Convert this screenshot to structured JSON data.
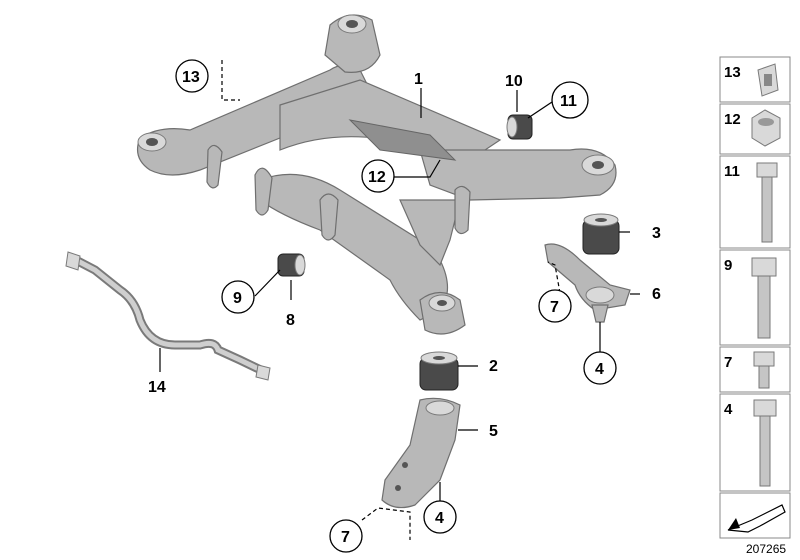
{
  "callouts": {
    "c1": "1",
    "c2": "2",
    "c3": "3",
    "c4a": "4",
    "c4b": "4",
    "c5": "5",
    "c6": "6",
    "c7a": "7",
    "c7b": "7",
    "c8": "8",
    "c9": "9",
    "c10": "10",
    "c11": "11",
    "c12": "12",
    "c13": "13",
    "c14": "14"
  },
  "legend": {
    "items": [
      "13",
      "12",
      "11",
      "9",
      "7",
      "4"
    ]
  },
  "diagram_ref": "207265"
}
